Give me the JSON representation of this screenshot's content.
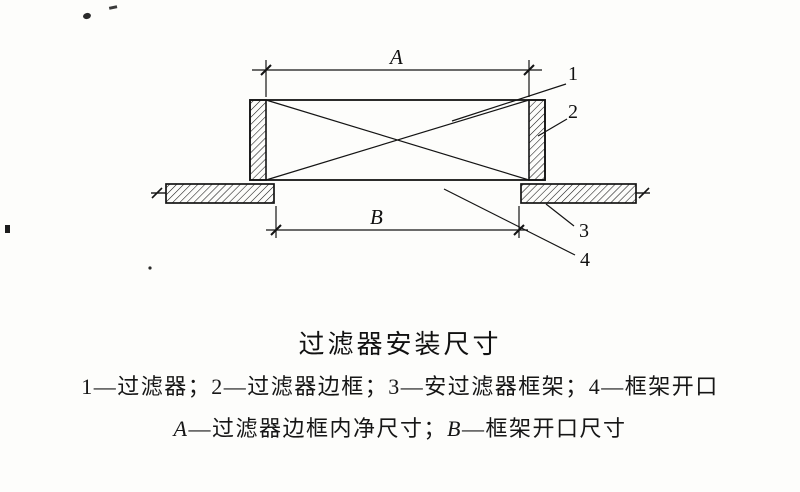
{
  "figure": {
    "dim_labels": {
      "a": "A",
      "b": "B"
    },
    "part_labels": {
      "n1": "1",
      "n2": "2",
      "n3": "3",
      "n4": "4"
    },
    "title": "过滤器安装尺寸",
    "legend_line1": "1—过滤器；2—过滤器边框；3—安过滤器框架；4—框架开口",
    "legend_line2": {
      "a": "A",
      "a_desc": "—过滤器边框内净尺寸；",
      "b": "B",
      "b_desc": "—框架开口尺寸"
    },
    "colors": {
      "ink": "#111111",
      "paper": "#fdfdfb"
    }
  }
}
